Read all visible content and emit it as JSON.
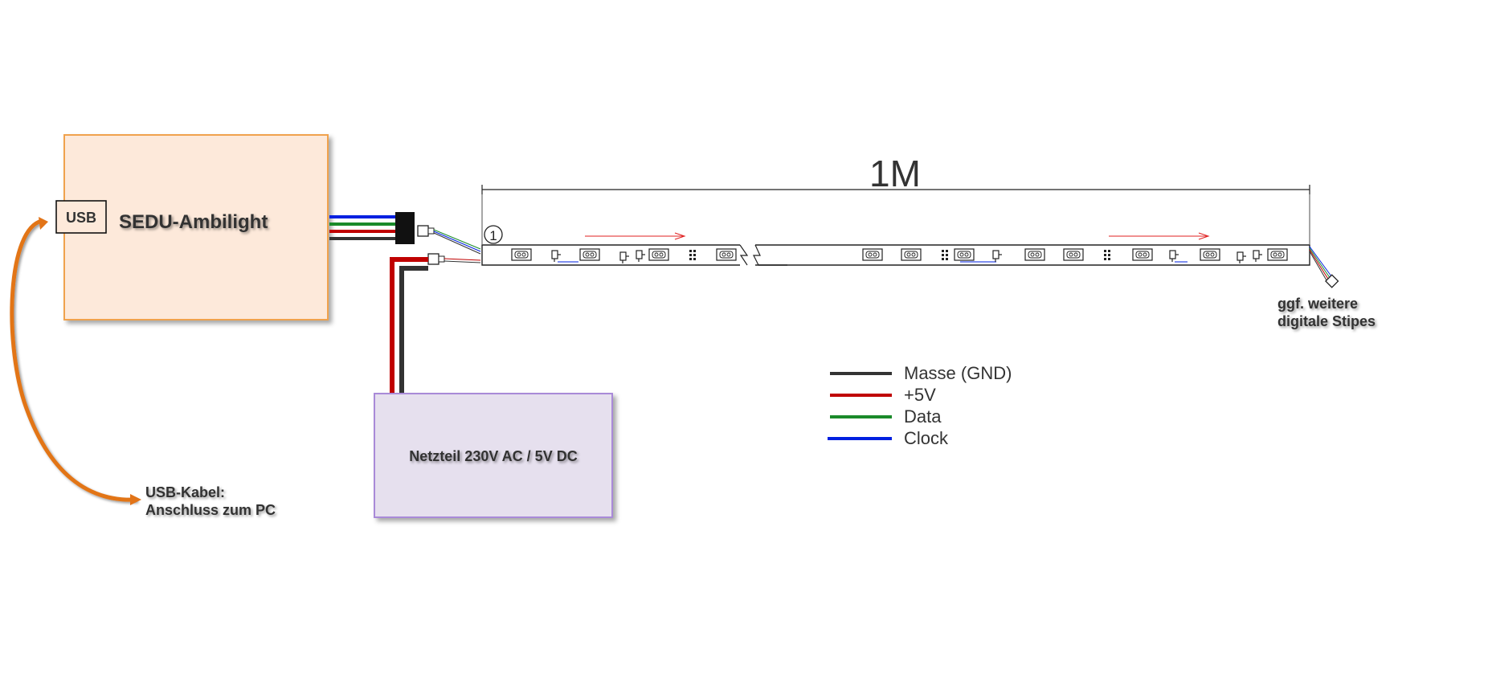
{
  "controller": {
    "title": "SEDU-Ambilight",
    "usb_port_label": "USB",
    "fill": "#fde9da",
    "stroke": "#f0a24e"
  },
  "power_supply": {
    "title": "Netzteil 230V AC / 5V DC",
    "fill": "#e6e0ee",
    "stroke": "#a98ad8"
  },
  "usb_cable": {
    "label_line1": "USB-Kabel:",
    "label_line2": "Anschluss zum PC",
    "color": "#e27418"
  },
  "strip": {
    "length_label": "1M",
    "start_marker": "1"
  },
  "extension": {
    "label_line1": "ggf. weitere",
    "label_line2": "digitale Stipes"
  },
  "legend": {
    "items": [
      {
        "label": "Masse (GND)",
        "color": "#333333"
      },
      {
        "label": "+5V",
        "color": "#c00000"
      },
      {
        "label": "Data",
        "color": "#1a8a2a"
      },
      {
        "label": "Clock",
        "color": "#0020e0"
      }
    ]
  }
}
